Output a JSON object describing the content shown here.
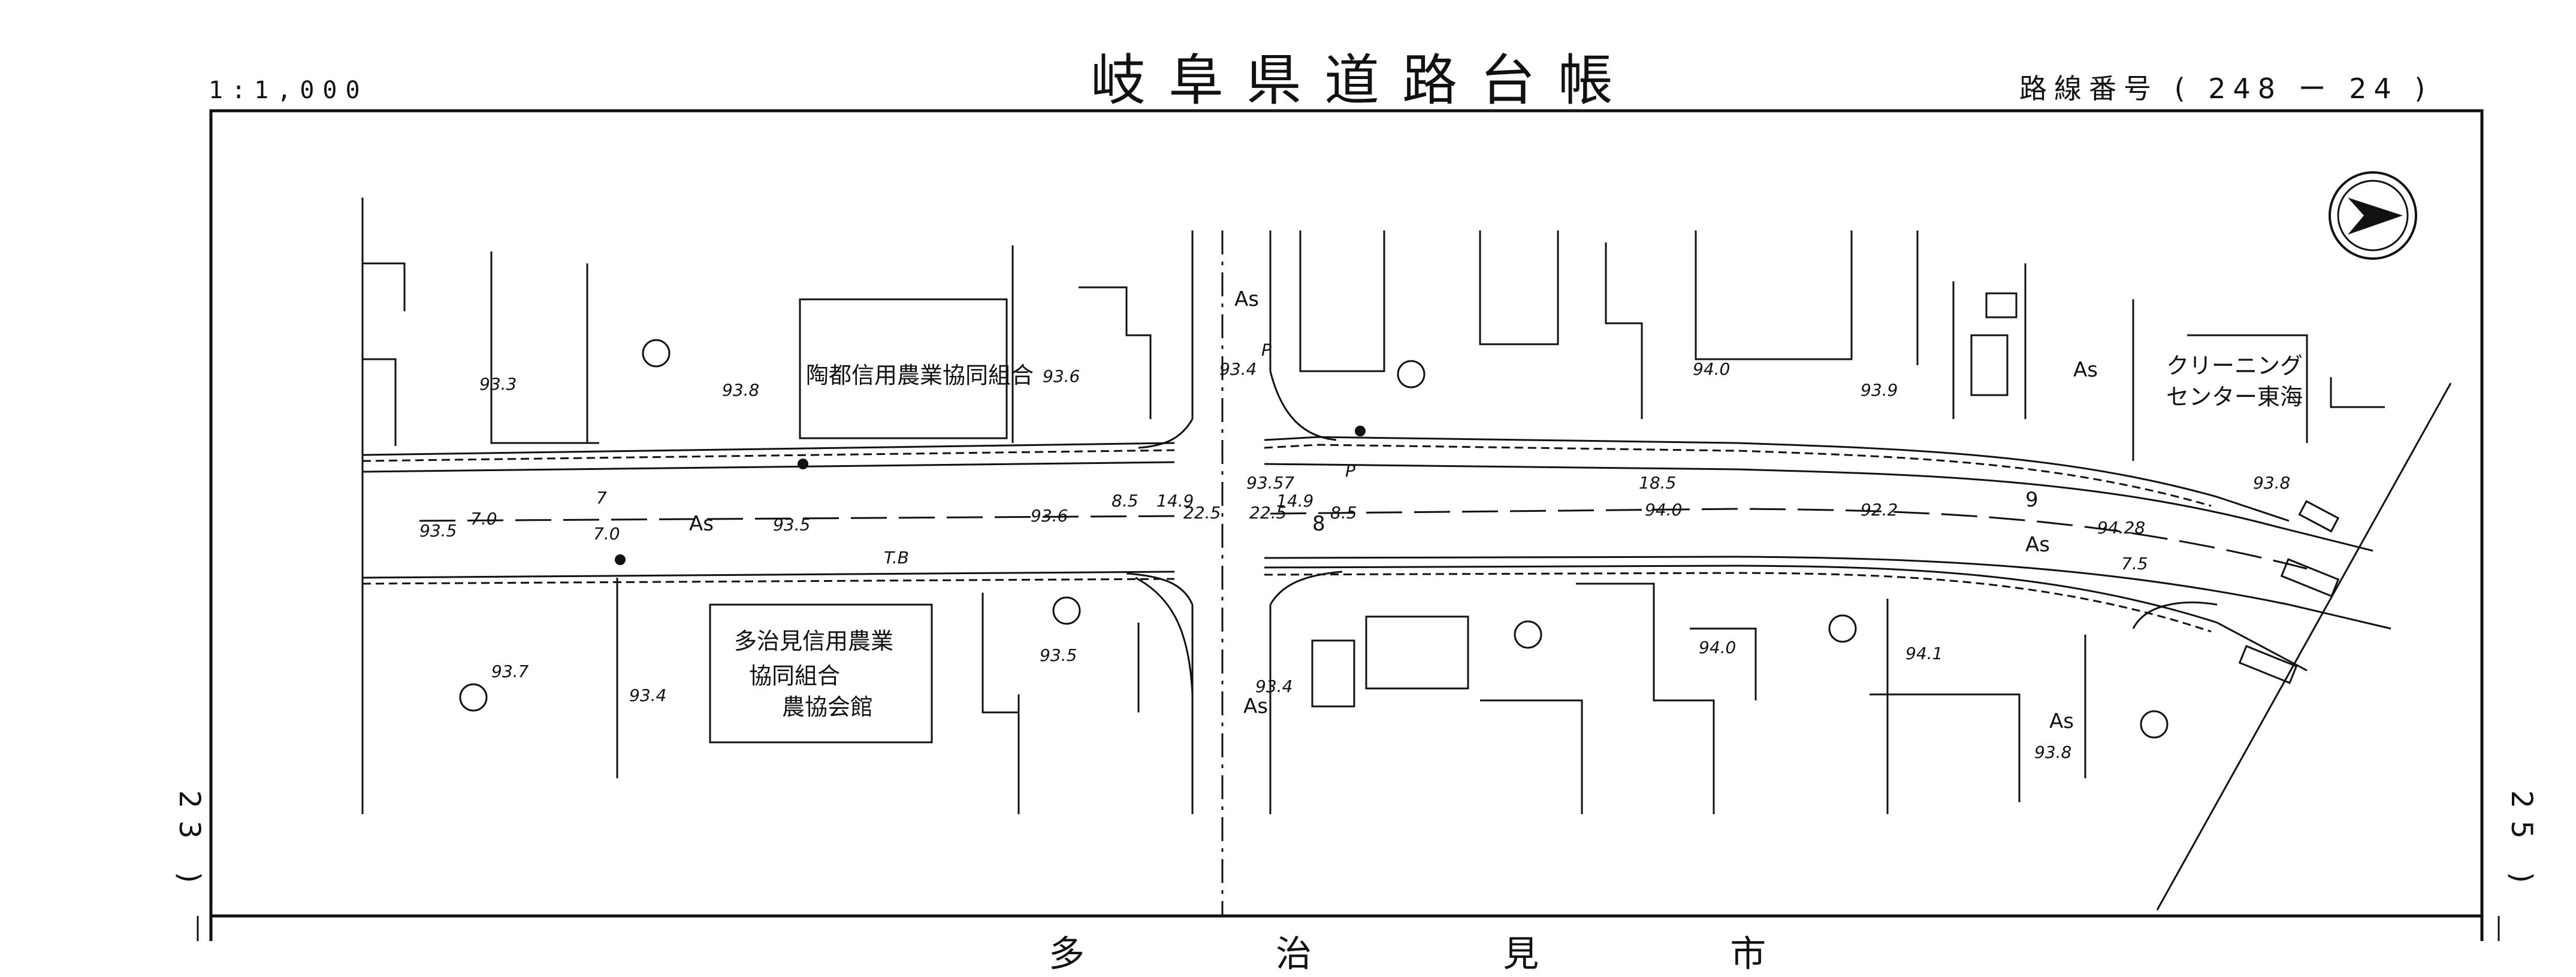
{
  "header": {
    "title": "岐阜県道路台帳",
    "scale": "1:1,000",
    "route_number": "路線番号 ( 248 ー 24 )"
  },
  "sheet": {
    "prev": "23 )",
    "next": "25 )",
    "partial_bottom_text": "多 治 見 市"
  },
  "buildings": {
    "bank_top": "陶都信用農業協同組合",
    "bank_bottom_line1": "多治見信用農業",
    "bank_bottom_line2": "協同組合",
    "bank_bottom_line3": "農協会館",
    "cleaning_line1": "クリーニング",
    "cleaning_line2": "センター東海"
  },
  "elevations": {
    "e1": "93.3",
    "e2": "93.8",
    "e3": "93.6",
    "e4": "93.4",
    "e5": "94.0",
    "e6": "93.9",
    "e7": "93.8",
    "e8": "93.5",
    "e9": "93.5",
    "e10": "93.6",
    "e11": "93.57",
    "e12": "94.0",
    "e13": "92.2",
    "e14": "94.28",
    "e15": "93.7",
    "e16": "93.4",
    "e17": "93.5",
    "e18": "93.4",
    "e19": "94.0",
    "e20": "94.1",
    "e21": "93.8"
  },
  "road_labels": {
    "as": "As",
    "tb": "T.B",
    "p": "P"
  },
  "dimensions": {
    "d1": "7.0",
    "d2": "7.0",
    "d3": "7",
    "d4": "8.5",
    "d5": "14.9",
    "d6": "22.5",
    "d7": "22.5",
    "d8": "14.9",
    "d9": "8.5",
    "d10": "8",
    "d11": "18.5",
    "d12": "9",
    "d13": "7.5"
  },
  "icons": {
    "north_arrow": "north-arrow-icon",
    "parking": "parking-symbol-icon"
  },
  "colors": {
    "ink": "#111111",
    "paper": "#ffffff"
  }
}
